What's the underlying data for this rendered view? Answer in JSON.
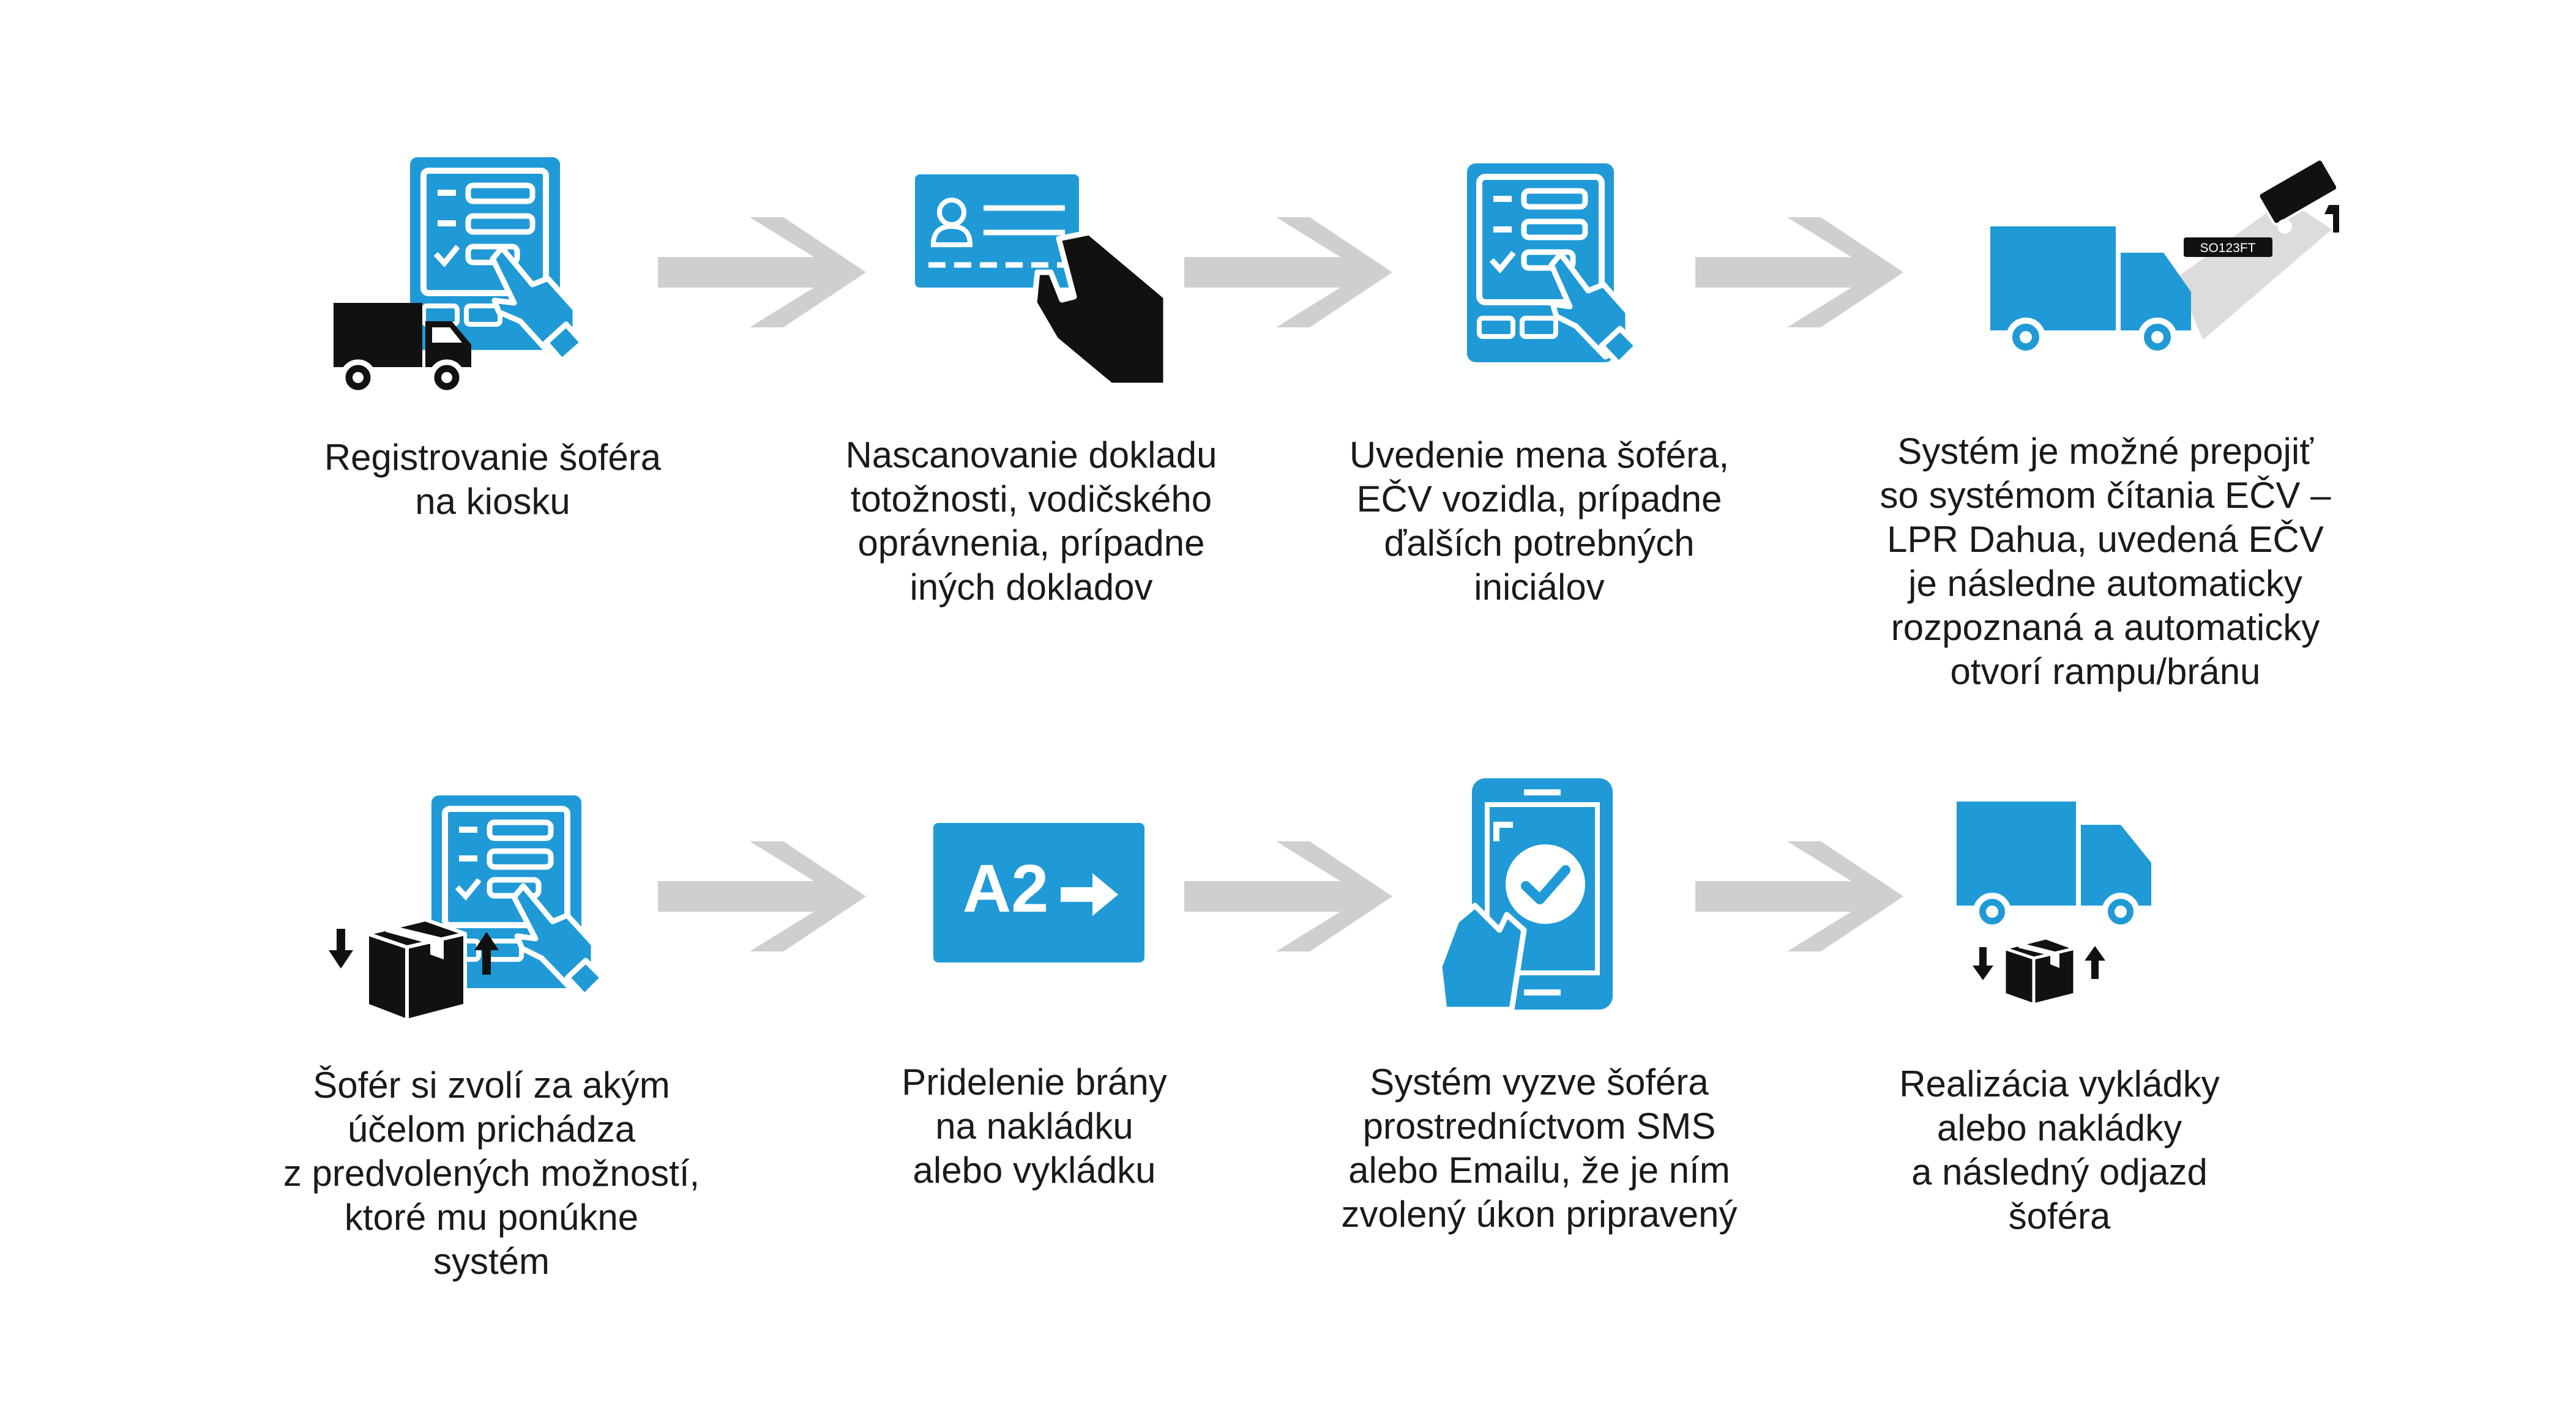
{
  "colors": {
    "primary_blue": "#1f9ad6",
    "black": "#111111",
    "arrow_gray": "#cfcfcf",
    "text": "#1a1a1a"
  },
  "steps": [
    {
      "icon": "kiosk-with-truck-icon",
      "caption": [
        "Registrovanie šoféra",
        "na kiosku"
      ]
    },
    {
      "icon": "id-card-scan-icon",
      "caption": [
        "Nascanovanie dokladu",
        "totožnosti, vodičského",
        "oprávnenia, prípadne",
        "iných dokladov"
      ]
    },
    {
      "icon": "kiosk-form-icon",
      "caption": [
        "Uvedenie mena šoféra,",
        "EČV vozidla, prípadne",
        "ďalších potrebných",
        "iniciálov"
      ]
    },
    {
      "icon": "lpr-camera-truck-icon",
      "plate_text": "SO123FT",
      "caption": [
        "Systém je možné prepojiť",
        "so systémom čítania EČV –",
        "LPR Dahua, uvedená EČV",
        "je následne automaticky",
        "rozpoznaná a automaticky",
        "otvorí rampu/bránu"
      ]
    },
    {
      "icon": "kiosk-purpose-select-icon",
      "caption": [
        "Šofér si zvolí za akým",
        "účelom prichádza",
        "z predvolených možností,",
        "ktoré mu ponúkne",
        "systém"
      ]
    },
    {
      "icon": "gate-sign-icon",
      "gate_label": "A2",
      "caption": [
        "Pridelenie brány",
        "na nakládku",
        "alebo vykládku"
      ]
    },
    {
      "icon": "phone-notification-icon",
      "caption": [
        "Systém vyzve šoféra",
        "prostredníctvom SMS",
        "alebo Emailu, že je ním",
        "zvolený úkon pripravený"
      ]
    },
    {
      "icon": "truck-loading-icon",
      "caption": [
        "Realizácia vykládky",
        "alebo nakládky",
        "a následný odjazd",
        "šoféra"
      ]
    }
  ]
}
